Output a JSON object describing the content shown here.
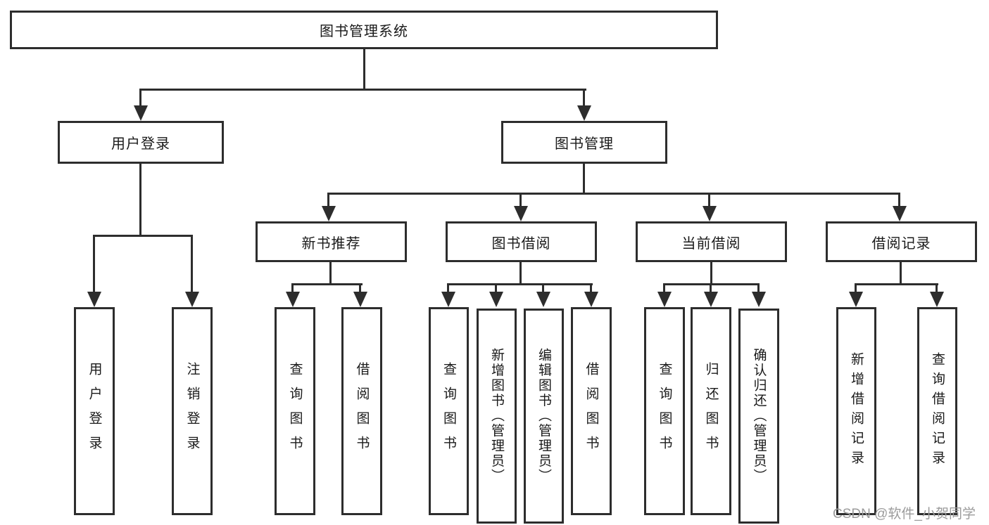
{
  "nodes": {
    "root": "图书管理系统",
    "level2": [
      "用户登录",
      "图书管理"
    ],
    "level3": [
      "新书推荐",
      "图书借阅",
      "当前借阅",
      "借阅记录"
    ],
    "leaves": {
      "user_login": [
        "用户登录",
        "注销登录"
      ],
      "new_books": [
        "查询图书",
        "借阅图书"
      ],
      "book_borrow": [
        "查询图书",
        "新增图书（管理员）",
        "编辑图书（管理员）",
        "借阅图书"
      ],
      "current_borrow": [
        "查询图书",
        "归还图书",
        "确认归还（管理员）"
      ],
      "borrow_records": [
        "新增借阅记录",
        "查询借阅记录"
      ]
    }
  },
  "watermark": "CSDN @软件_小贺同学",
  "colors": {
    "line": "#2d2d2d",
    "box_border": "#2d2d2d",
    "text": "#1a1a1a",
    "watermark": "#9b9b9b",
    "background": "#ffffff"
  }
}
